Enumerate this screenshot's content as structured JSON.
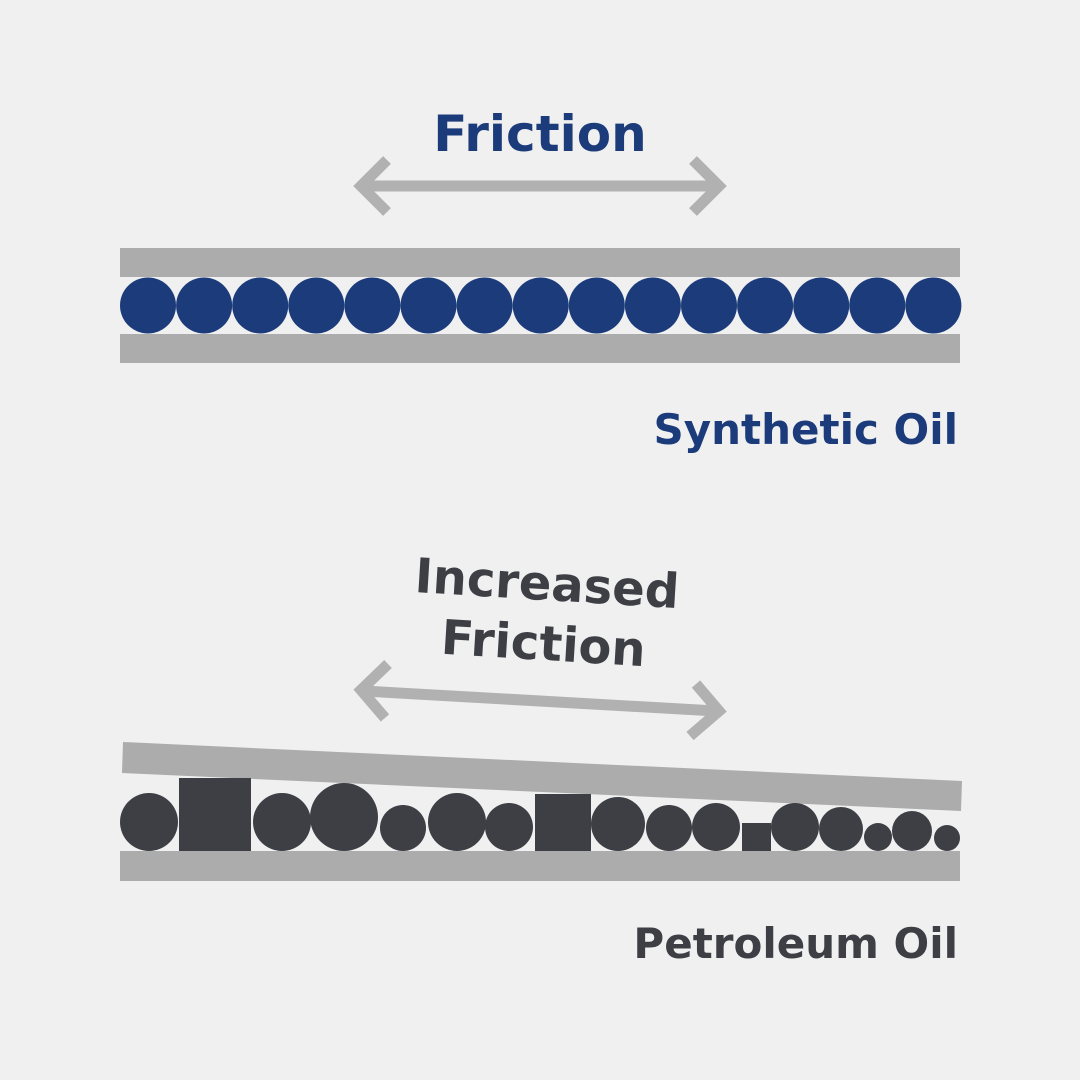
{
  "colors": {
    "background": "#f0f0f0",
    "plate": "#acacac",
    "arrow": "#b1b1b1",
    "synthetic": "#1c3b7a",
    "petroleum": "#3d3f45"
  },
  "synthetic": {
    "friction_label": "Friction",
    "oil_label": "Synthetic Oil"
  },
  "petroleum": {
    "friction_label_line1": "Increased",
    "friction_label_line2": "Friction",
    "oil_label": "Petroleum Oil"
  }
}
